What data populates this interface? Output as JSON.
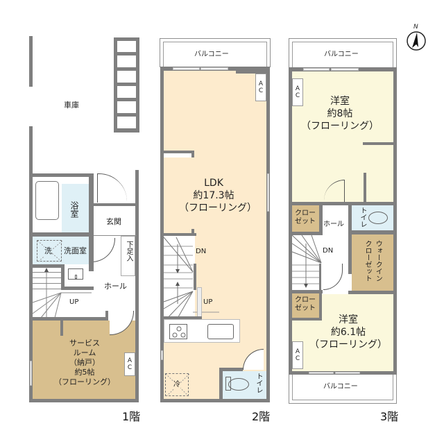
{
  "compass": {
    "label": "N",
    "icon": "north-arrow-icon"
  },
  "floors": [
    {
      "name": "1階",
      "rooms": {
        "garage": "車庫",
        "bath": "浴室",
        "entrance": "玄関",
        "washroom": "洗面室",
        "washer": "洗",
        "shoe_box": "下足入",
        "hall": "ホール",
        "stairs_up": "UP",
        "service_room": {
          "line1": "サービス",
          "line2": "ルーム",
          "line3": "（納戸）",
          "size": "約5帖",
          "floor": "（フローリング）"
        },
        "ac": "AC"
      }
    },
    {
      "name": "2階",
      "rooms": {
        "balcony": "バルコニー",
        "ldk": {
          "name": "LDK",
          "size": "約17.3帖",
          "floor": "（フローリング）"
        },
        "stairs_down": "DN",
        "stairs_up": "UP",
        "fridge": "冷",
        "toilet": "トイレ",
        "ac": "AC"
      }
    },
    {
      "name": "3階",
      "rooms": {
        "balcony_north": "バルコニー",
        "balcony_south": "バルコニー",
        "western_room_1": {
          "name": "洋室",
          "size": "約8帖",
          "floor": "（フローリング）"
        },
        "western_room_2": {
          "name": "洋室",
          "size": "約6.1帖",
          "floor": "（フローリング）"
        },
        "closet_1": {
          "line1": "クロー",
          "line2": "ゼット"
        },
        "closet_2": {
          "line1": "クロー",
          "line2": "ゼット"
        },
        "hall": "ホール",
        "toilet": "トイレ",
        "walk_in_closet": {
          "line1": "ウォークイン",
          "line2": "クローゼット"
        },
        "stairs_down": "DN",
        "ac_1": "AC",
        "ac_2": "AC"
      }
    }
  ]
}
